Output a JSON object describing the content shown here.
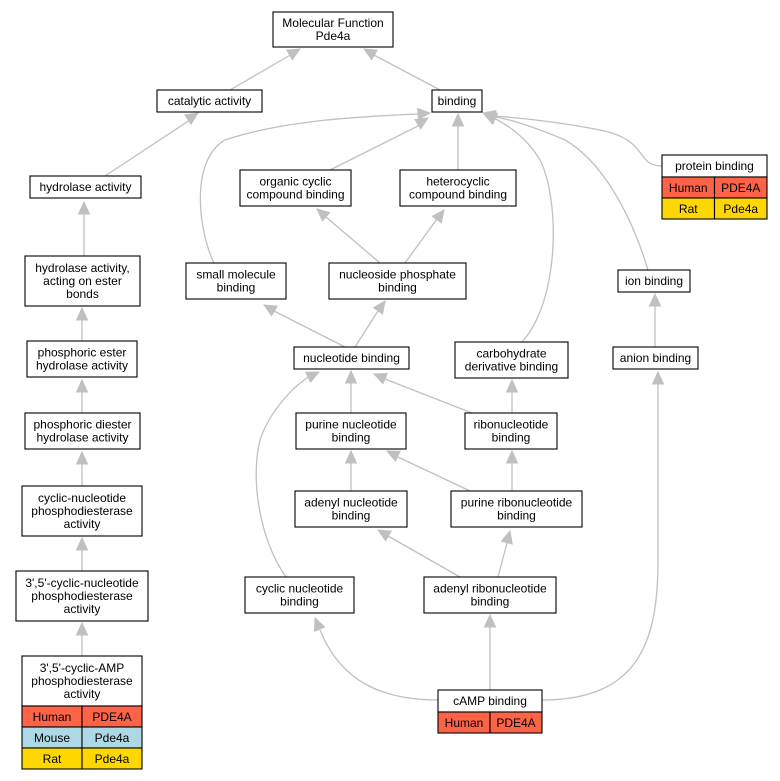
{
  "nodes": {
    "mf": [
      "Molecular Function",
      "Pde4a"
    ],
    "catalytic": [
      "catalytic activity"
    ],
    "binding": [
      "binding"
    ],
    "hydrolase": [
      "hydrolase activity"
    ],
    "organic_cyclic": [
      "organic cyclic",
      "compound binding"
    ],
    "heterocyclic": [
      "heterocyclic",
      "compound binding"
    ],
    "protein_binding": [
      "protein binding"
    ],
    "hydrolase_ester": [
      "hydrolase activity,",
      "acting on ester",
      "bonds"
    ],
    "small_molecule": [
      "small molecule",
      "binding"
    ],
    "nucleoside_phosphate": [
      "nucleoside phosphate",
      "binding"
    ],
    "ion_binding": [
      "ion binding"
    ],
    "phosphoric_ester": [
      "phosphoric ester",
      "hydrolase activity"
    ],
    "nucleotide_binding": [
      "nucleotide binding"
    ],
    "carbohydrate": [
      "carbohydrate",
      "derivative binding"
    ],
    "anion_binding": [
      "anion binding"
    ],
    "phosphoric_diester": [
      "phosphoric diester",
      "hydrolase activity"
    ],
    "purine_nucleotide": [
      "purine nucleotide",
      "binding"
    ],
    "ribonucleotide": [
      "ribonucleotide",
      "binding"
    ],
    "cyclic_nuc_pde": [
      "cyclic-nucleotide",
      "phosphodiesterase",
      "activity"
    ],
    "adenyl_nucleotide": [
      "adenyl nucleotide",
      "binding"
    ],
    "purine_ribonucleotide": [
      "purine ribonucleotide",
      "binding"
    ],
    "cyclic_35_pde": [
      "3',5'-cyclic-nucleotide",
      "phosphodiesterase",
      "activity"
    ],
    "cyclic_nucleotide": [
      "cyclic nucleotide",
      "binding"
    ],
    "adenyl_ribonucleotide": [
      "adenyl ribonucleotide",
      "binding"
    ],
    "camp_pde": [
      "3',5'-cyclic-AMP",
      "phosphodiesterase",
      "activity"
    ],
    "camp_binding": [
      "cAMP binding"
    ]
  },
  "annotations": {
    "protein_binding": [
      {
        "species": "Human",
        "gene": "PDE4A",
        "color": "#ff6347"
      },
      {
        "species": "Rat",
        "gene": "Pde4a",
        "color": "#ffd700"
      }
    ],
    "camp_pde": [
      {
        "species": "Human",
        "gene": "PDE4A",
        "color": "#ff6347"
      },
      {
        "species": "Mouse",
        "gene": "Pde4a",
        "color": "#add8e6"
      },
      {
        "species": "Rat",
        "gene": "Pde4a",
        "color": "#ffd700"
      }
    ],
    "camp_binding": [
      {
        "species": "Human",
        "gene": "PDE4A",
        "color": "#ff6347"
      }
    ]
  },
  "colors": {
    "edge": "#c0c0c0",
    "human": "#ff6347",
    "mouse": "#add8e6",
    "rat": "#ffd700"
  }
}
